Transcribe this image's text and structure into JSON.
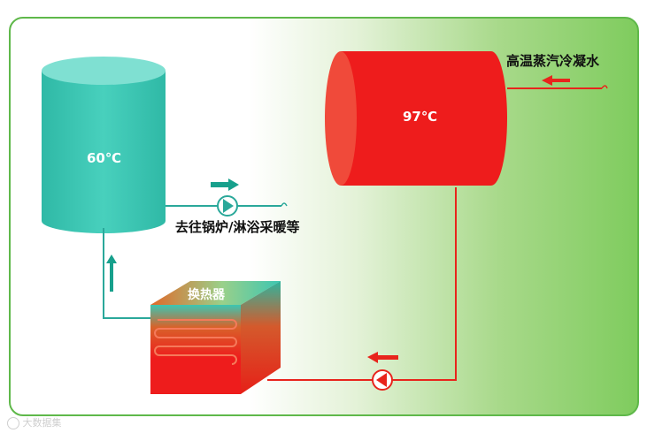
{
  "tank_cold": {
    "temperature": "60℃",
    "color": "#3cc6b2"
  },
  "tank_hot": {
    "temperature": "97℃",
    "color": "#ee1c1c"
  },
  "heat_exchanger": {
    "label": "换热器"
  },
  "labels": {
    "steam_condensate": "高温蒸汽冷凝水",
    "to_destination": "去往锅炉/淋浴采暖等"
  },
  "watermark": "大数据集",
  "colors": {
    "hot_pipe": "#e8241c",
    "cold_pipe": "#2aa89a",
    "arrow_hot": "#e8241c",
    "arrow_cold": "#17a08c",
    "background_accent": "#7fcc5e"
  }
}
